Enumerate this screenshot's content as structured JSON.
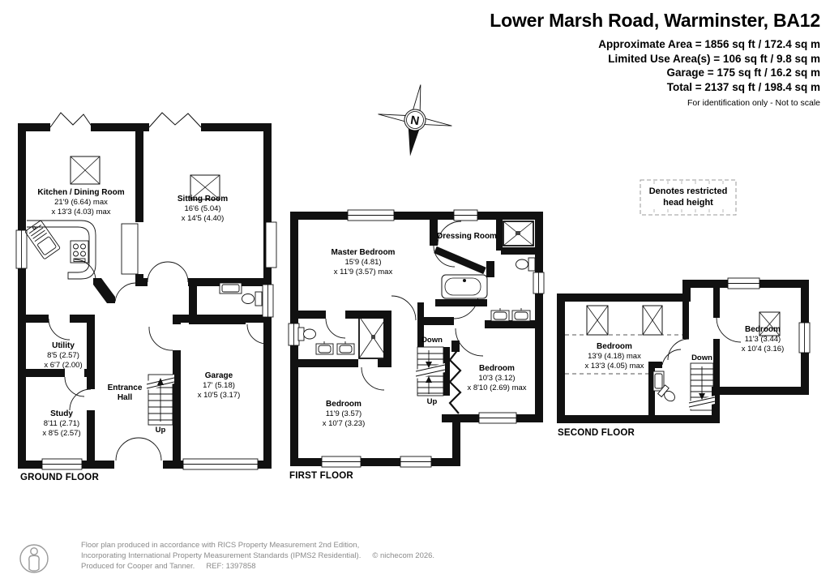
{
  "header": {
    "title": "Lower Marsh Road, Warminster, BA12",
    "area_lines": [
      "Approximate Area = 1856 sq ft / 172.4 sq m",
      "Limited Use Area(s) = 106 sq ft / 9.8 sq m",
      "Garage = 175 sq ft / 16.2 sq m",
      "Total = 2137 sq ft / 198.4 sq m"
    ],
    "note": "For identification only - Not to scale"
  },
  "compass": {
    "label": "N"
  },
  "legend": {
    "restricted": "Denotes restricted head height"
  },
  "floors": [
    {
      "label": "GROUND FLOOR",
      "stairs_up": "Up",
      "rooms": [
        {
          "name": "Kitchen / Dining Room",
          "dim1": "21'9 (6.64) max",
          "dim2": "x 13'3 (4.03) max"
        },
        {
          "name": "Sitting Room",
          "dim1": "16'6 (5.04)",
          "dim2": "x 14'5 (4.40)"
        },
        {
          "name": "Utility",
          "dim1": "8'5 (2.57)",
          "dim2": "x 6'7 (2.00)"
        },
        {
          "name": "Study",
          "dim1": "8'11 (2.71)",
          "dim2": "x 8'5 (2.57)"
        },
        {
          "name": "Entrance Hall"
        },
        {
          "name": "Garage",
          "dim1": "17' (5.18)",
          "dim2": "x 10'5 (3.17)"
        }
      ]
    },
    {
      "label": "FIRST FLOOR",
      "stairs_down": "Down",
      "stairs_up": "Up",
      "rooms": [
        {
          "name": "Master Bedroom",
          "dim1": "15'9 (4.81)",
          "dim2": "x 11'9 (3.57) max"
        },
        {
          "name": "Dressing Room"
        },
        {
          "name": "Bedroom",
          "dim1": "11'9 (3.57)",
          "dim2": "x 10'7 (3.23)"
        },
        {
          "name": "Bedroom",
          "dim1": "10'3 (3.12)",
          "dim2": "x 8'10 (2.69) max"
        }
      ]
    },
    {
      "label": "SECOND FLOOR",
      "stairs_down": "Down",
      "rooms": [
        {
          "name": "Bedroom",
          "dim1": "13'9 (4.18) max",
          "dim2": "x 13'3 (4.05) max"
        },
        {
          "name": "Bedroom",
          "dim1": "11'3 (3.44)",
          "dim2": "x 10'4 (3.16)"
        }
      ]
    }
  ],
  "footer": {
    "line1": "Floor plan produced in accordance with RICS Property Measurement 2nd Edition,",
    "line2": "Incorporating International Property Measurement Standards (IPMS2 Residential).",
    "copyright": "© nichecom 2026.",
    "line3": "Produced for Cooper and Tanner.",
    "ref": "REF: 1397858"
  }
}
